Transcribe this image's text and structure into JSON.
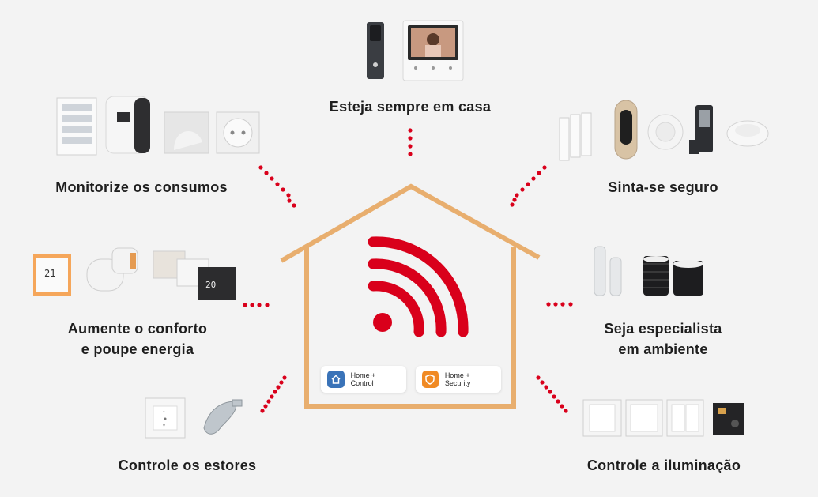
{
  "categories": {
    "home": "Esteja sempre em casa",
    "consumption": "Monitorize os consumos",
    "security": "Sinta-se seguro",
    "comfort_line1": "Aumente o conforto",
    "comfort_line2": "e poupe energia",
    "environment_line1": "Seja especialista",
    "environment_line2": "em ambiente",
    "shutters": "Controle os estores",
    "lighting": "Controle a iluminação"
  },
  "apps": [
    {
      "label": "Home + Control",
      "icon": "house-icon",
      "color": "#3a73b8"
    },
    {
      "label": "Home + Security",
      "icon": "shield-icon",
      "color": "#f08a24"
    }
  ],
  "colors": {
    "house_outline": "#e8ae6e",
    "wifi": "#d9001b",
    "dots": "#d9001b"
  }
}
